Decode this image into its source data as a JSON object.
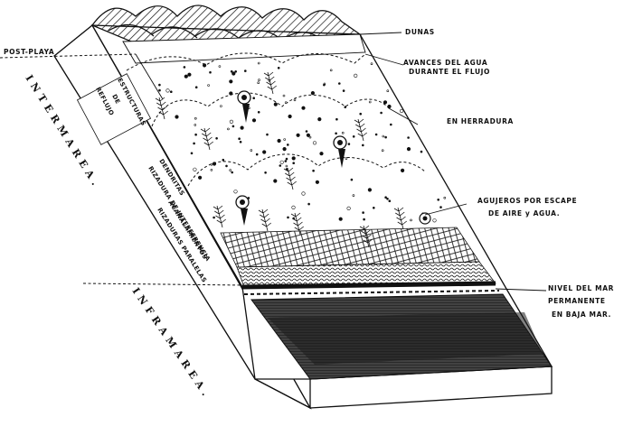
{
  "labels": {
    "post_playa": "POST-PLAYA",
    "dunas": "DUNAS",
    "avances_1": "AVANCES DEL AGUA",
    "avances_2": "DURANTE EL FLUJO",
    "herradura": "EN HERRADURA",
    "agujeros_1": "AGUJEROS POR ESCAPE",
    "agujeros_2": "DE AIRE y AGUA.",
    "nivel_1": "NIVEL DEL MAR",
    "nivel_2": "PERMANENTE",
    "nivel_3": "EN BAJA MAR.",
    "estructuras_1": "ESTRUCTURAS",
    "estructuras_2": "DE",
    "estructuras_3": "REFLUJO",
    "dendritas": "DENDRITAS",
    "interferencia": "RIZADURA DE INTERFERENCIA",
    "acanalamientos": "ACANALAMIENTOS",
    "paralelas": "RIZADURAS PARALELAS"
  },
  "zones": {
    "intermarea": "INTERMAREA.",
    "inframarea": "INFRAMAREA."
  }
}
